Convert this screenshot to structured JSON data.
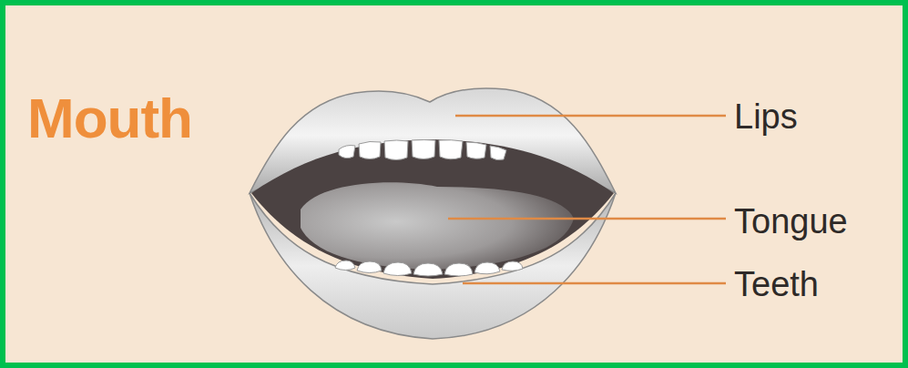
{
  "diagram": {
    "title": "Mouth",
    "labels": [
      "Lips",
      "Tongue",
      "Teeth"
    ]
  }
}
